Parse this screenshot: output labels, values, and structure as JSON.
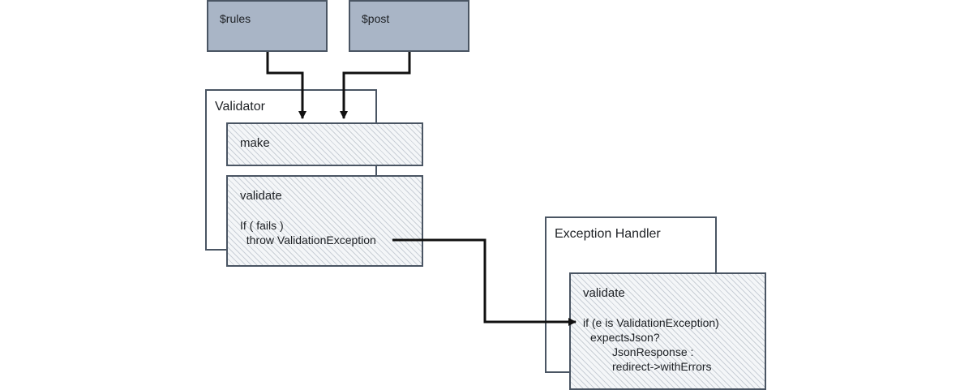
{
  "inputs": {
    "rules": "$rules",
    "post": "$post"
  },
  "validator": {
    "title": "Validator",
    "make": "make",
    "validate": {
      "title": "validate",
      "line1": "If ( fails )",
      "line2": "  throw ValidationException"
    }
  },
  "exception_handler": {
    "title": "Exception Handler",
    "validate": {
      "title": "validate",
      "line1": "if (e is ValidationException)",
      "line2": "expectsJson?",
      "line3": "JsonResponse :",
      "line4": "redirect->withErrors"
    }
  },
  "colors": {
    "input_fill": "#a9b5c6",
    "border": "#4a5563",
    "arrow": "#111111"
  }
}
